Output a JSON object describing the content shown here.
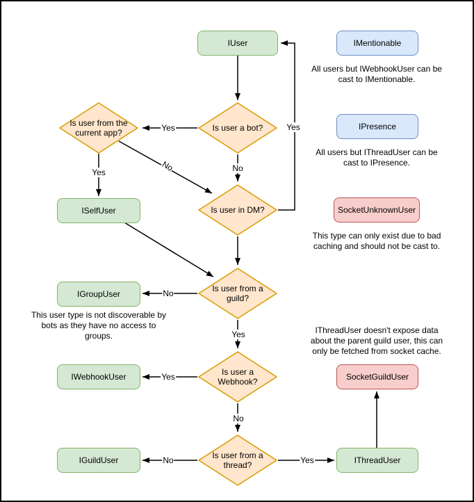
{
  "diagram": {
    "type": "flowchart",
    "topic": "User type cast flowchart"
  },
  "colors": {
    "background": "#ffffff",
    "frame": "#000000",
    "edge": "#000000",
    "green_fill": "#d5e8d4",
    "green_stroke": "#82b366",
    "orange_fill": "#ffe6cc",
    "orange_stroke": "#d79b00",
    "blue_fill": "#dae8fc",
    "blue_stroke": "#6c8ebf",
    "red_fill": "#f8cecc",
    "red_stroke": "#b85450"
  },
  "nodes": {
    "iuser": {
      "label": "IUser",
      "color": "green"
    },
    "imentionable": {
      "label": "IMentionable",
      "color": "blue"
    },
    "ipresence": {
      "label": "IPresence",
      "color": "blue"
    },
    "socketunknownuser": {
      "label": "SocketUnknownUser",
      "color": "red"
    },
    "iselfuser": {
      "label": "ISelfUser",
      "color": "green"
    },
    "igroupuser": {
      "label": "IGroupUser",
      "color": "green"
    },
    "iwebhookuser": {
      "label": "IWebhookUser",
      "color": "green"
    },
    "iguilduser": {
      "label": "IGuildUser",
      "color": "green"
    },
    "socketguilduser": {
      "label": "SocketGuildUser",
      "color": "red"
    },
    "ithreaduser": {
      "label": "IThreadUser",
      "color": "green"
    }
  },
  "decisions": {
    "is_bot": {
      "label": "Is user a bot?"
    },
    "from_current_app": {
      "label": "Is user from the\ncurrent app?"
    },
    "in_dm": {
      "label": "Is user in DM?"
    },
    "from_guild": {
      "label": "Is user from a\nguild?"
    },
    "is_webhook": {
      "label": "Is user a\nWebhook?"
    },
    "from_thread": {
      "label": "Is user from a\nthread?"
    }
  },
  "edge_labels": {
    "bot_yes": "Yes",
    "bot_no": "No",
    "dm_yes": "Yes",
    "app_yes": "Yes",
    "app_no": "No",
    "guild_no": "No",
    "guild_yes": "Yes",
    "webhook_yes": "Yes",
    "webhook_no": "No",
    "thread_no": "No",
    "thread_yes": "Yes"
  },
  "annotations": {
    "mentionable_note": "All users but IWebhookUser can be\ncast to IMentionable.",
    "presence_note": "All users but IThreadUser can be\ncast to IPresence.",
    "unknown_note": "This type can only exist due to bad\ncaching and should not be cast to.",
    "group_note": "This user type is not discoverable by\nbots as they have no access to\ngroups.",
    "thread_note": "IThreadUser doesn't expose data\nabout the parent guild user, this can\nonly be fetched from socket cache."
  }
}
